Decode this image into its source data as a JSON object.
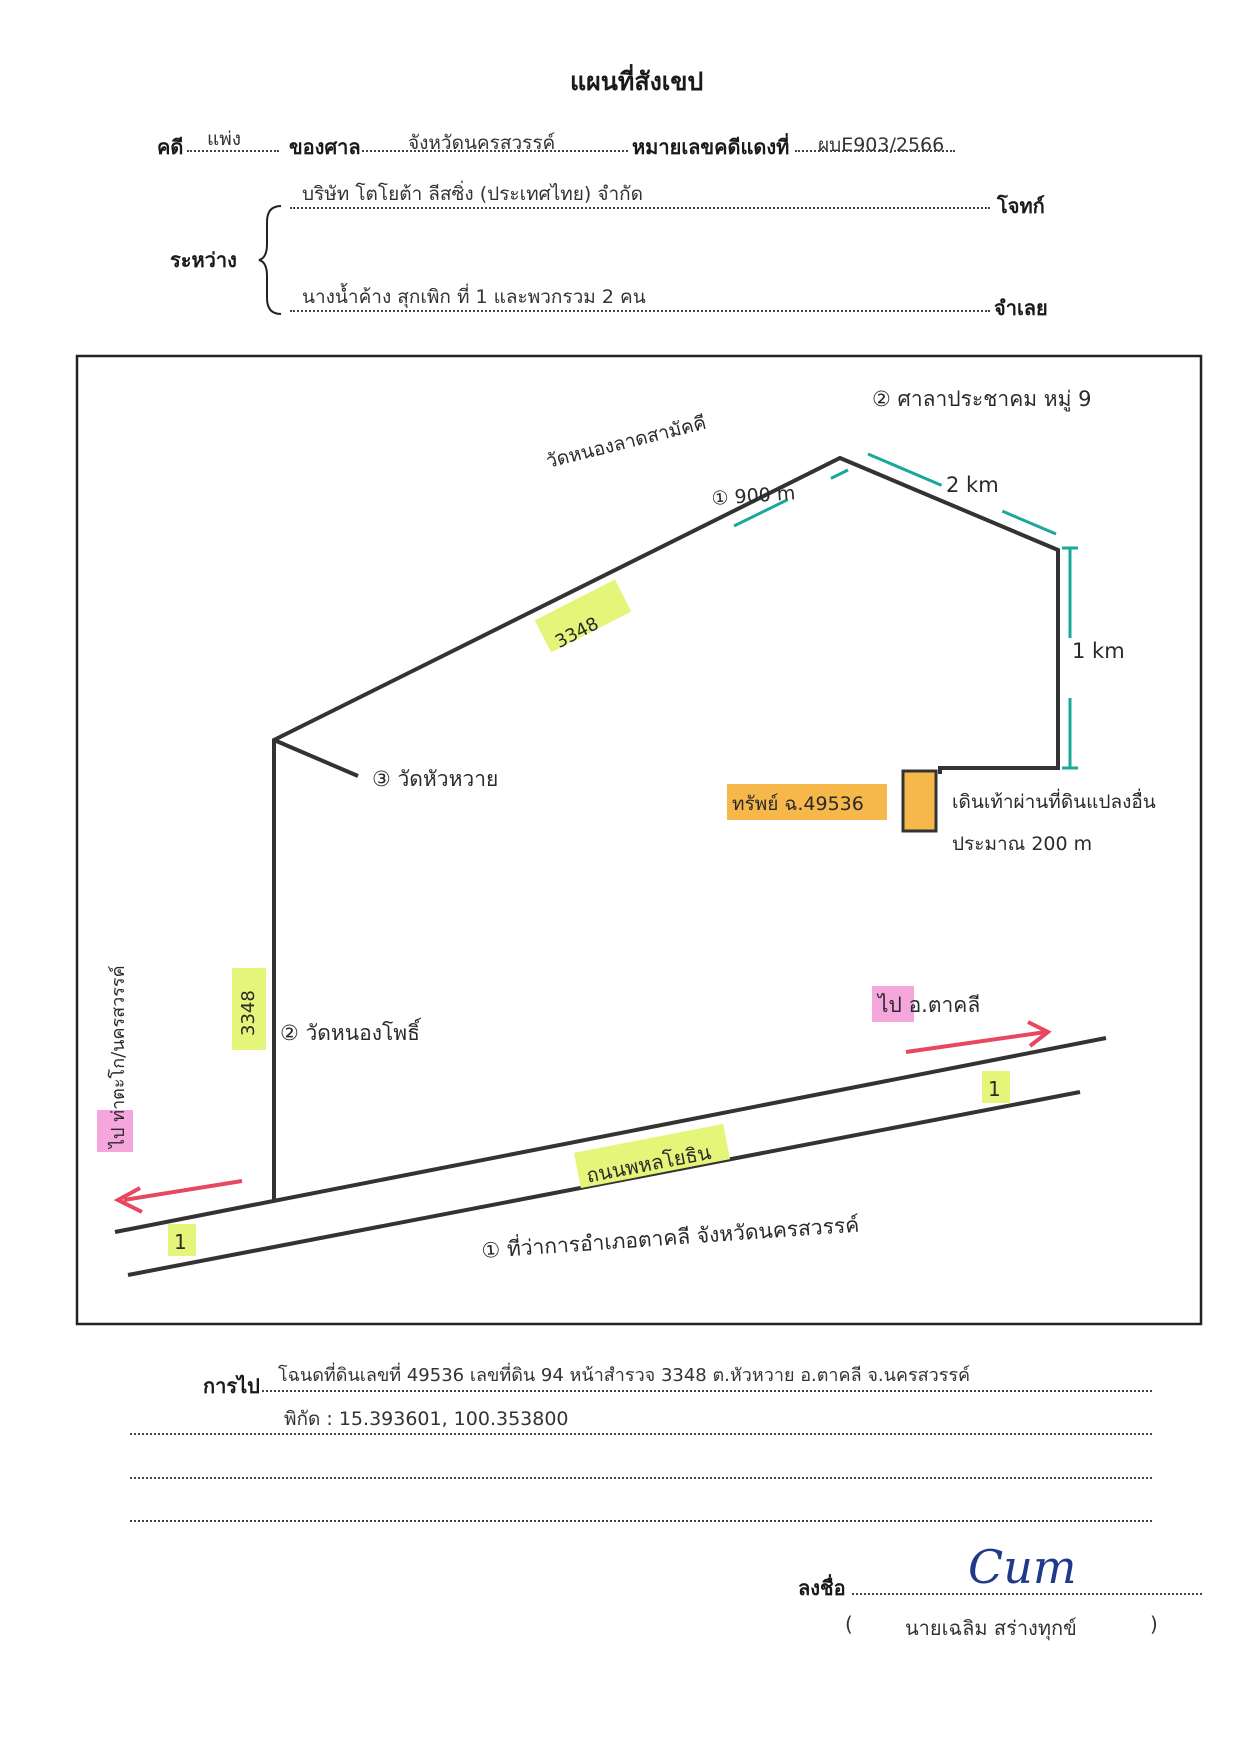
{
  "header": {
    "title": "แผนที่สังเขป",
    "case_label": "คดี",
    "case_type": "แพ่ง",
    "court_label": "ของศาล",
    "court": "จังหวัดนครสวรรค์",
    "red_no_label": "หมายเลขคดีแดงที่",
    "red_no": "ผบE903/2566",
    "between_label": "ระหว่าง",
    "plaintiff": "บริษัท โตโยต้า ลีสซิ่ง (ประเทศไทย) จำกัด",
    "plaintiff_label": "โจทก์",
    "defendant": "นางน้ำค้าง สุกเพิก ที่ 1 และพวกรวม 2 คน",
    "defendant_label": "จำเลย"
  },
  "map": {
    "labels": {
      "community_hall": "② ศาลาประชาคม หมู่ 9",
      "road_to_wat_samakkhi": "วัดหนองลาดสามัคคี",
      "dist_900": "① 900 m",
      "dist_2km": "2 km",
      "dist_1km": "1 km",
      "road_3348_upper": "3348",
      "road_3348_lower": "3348",
      "wat_hua_wang": "③ วัดหัวหวาย",
      "wat_nong_song_hong": "② วัดหนองโพธิ์",
      "asset_label": "ทรัพย์ ฉ.49536",
      "walk_note_1": "เดินเท้าผ่านที่ดินแปลงอื่น",
      "walk_note_2": "ประมาณ 200 m",
      "to_takhli": "ไป อ.ตาคลี",
      "to_left": "ไป ท่าตะโก/นครสวรรค์",
      "main_road": "ถนนพหลโยธิน",
      "road_num_right": "1",
      "road_num_left": "1",
      "district_office": "① ที่ว่าการอำเภอตาคลี จังหวัดนครสวรรค์"
    },
    "colors": {
      "road_highlight": "#e4f57a",
      "asset_highlight": "#f6b84b",
      "destination_highlight": "#f4a6dd",
      "arrow": "#e8475f",
      "distance_marker": "#1aa89a"
    }
  },
  "footer": {
    "route_label": "การไป",
    "route_line_1": "โฉนดที่ดินเลขที่ 49536 เลขที่ดิน 94 หน้าสำรวจ 3348 ต.หัวหวาย อ.ตาคลี จ.นครสวรรค์",
    "route_line_2": "พิกัด : 15.393601, 100.353800",
    "sign_label": "ลงชื่อ",
    "signature": "Cum",
    "signer_open": "(",
    "signer_name": "นายเฉลิม สร่างทุกข์",
    "signer_close": ")"
  }
}
